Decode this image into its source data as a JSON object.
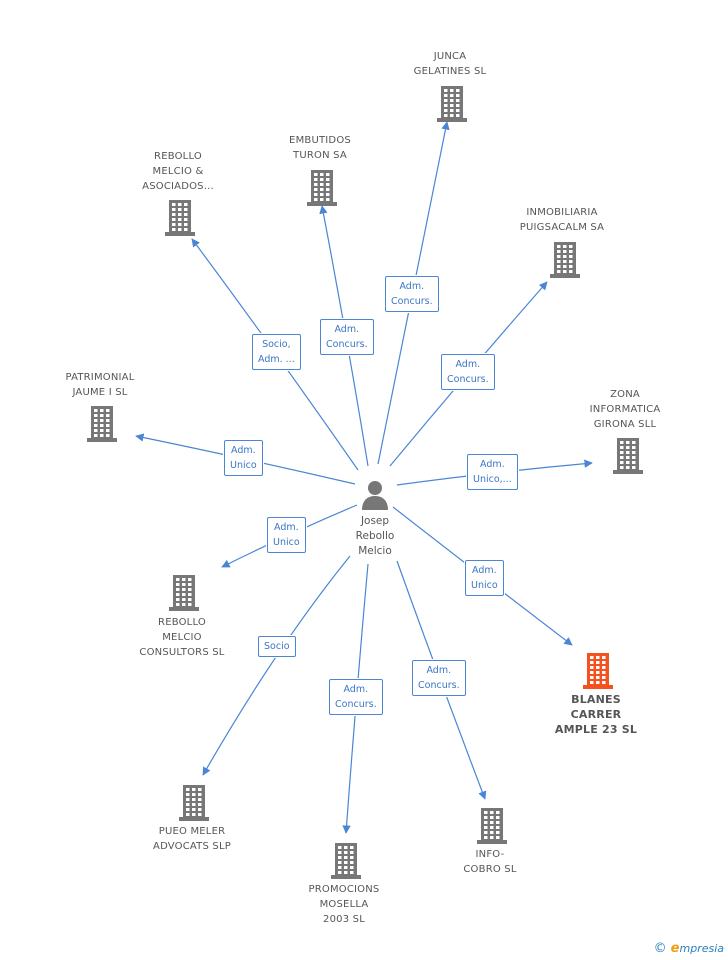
{
  "center": {
    "name_lines": [
      "Josep",
      "Rebollo",
      "Melcio"
    ],
    "icon": "person-icon",
    "color": "#777777"
  },
  "colors": {
    "edge": "#4a86d4",
    "company": "#777777",
    "highlight": "#f4511e",
    "label_text": "#3b76c5"
  },
  "nodes": [
    {
      "id": "junca",
      "lines": [
        "JUNCA",
        "GELATINES SL"
      ],
      "icon": "building-icon",
      "highlight": false,
      "edge": {
        "label": [
          "Adm.",
          "Concurs."
        ]
      }
    },
    {
      "id": "embutidos",
      "lines": [
        "EMBUTIDOS",
        "TURON SA"
      ],
      "icon": "building-icon",
      "highlight": false,
      "edge": {
        "label": [
          "Adm.",
          "Concurs."
        ]
      }
    },
    {
      "id": "rebollo-asoc",
      "lines": [
        "REBOLLO",
        "MELCIO &",
        "ASOCIADOS..."
      ],
      "icon": "building-icon",
      "highlight": false,
      "edge": {
        "label": [
          "Socio,",
          "Adm. ..."
        ]
      }
    },
    {
      "id": "inmobiliaria",
      "lines": [
        "INMOBILIARIA",
        "PUIGSACALM SA"
      ],
      "icon": "building-icon",
      "highlight": false,
      "edge": {
        "label": [
          "Adm.",
          "Concurs."
        ]
      }
    },
    {
      "id": "patrimonial",
      "lines": [
        "PATRIMONIAL",
        "JAUME I SL"
      ],
      "icon": "building-icon",
      "highlight": false,
      "edge": {
        "label": [
          "Adm.",
          "Unico"
        ]
      }
    },
    {
      "id": "zona",
      "lines": [
        "ZONA",
        "INFORMATICA",
        "GIRONA SLL"
      ],
      "icon": "building-icon",
      "highlight": false,
      "edge": {
        "label": [
          "Adm.",
          "Unico,..."
        ]
      }
    },
    {
      "id": "rebollo-cons",
      "lines": [
        "REBOLLO",
        "MELCIO",
        "CONSULTORS SL"
      ],
      "icon": "building-icon",
      "highlight": false,
      "edge": {
        "label": [
          "Adm.",
          "Unico"
        ]
      }
    },
    {
      "id": "blanes",
      "lines": [
        "BLANES",
        "CARRER",
        "AMPLE 23 SL"
      ],
      "icon": "building-icon",
      "highlight": true,
      "edge": {
        "label": [
          "Adm.",
          "Unico"
        ]
      }
    },
    {
      "id": "pueo",
      "lines": [
        "PUEO MELER",
        "ADVOCATS  SLP"
      ],
      "icon": "building-icon",
      "highlight": false,
      "edge": {
        "label": [
          "Socio"
        ]
      }
    },
    {
      "id": "promocions",
      "lines": [
        "PROMOCIONS",
        "MOSELLA",
        "2003 SL"
      ],
      "icon": "building-icon",
      "highlight": false,
      "edge": {
        "label": [
          "Adm.",
          "Concurs."
        ]
      }
    },
    {
      "id": "infocobro",
      "lines": [
        "INFO-",
        "COBRO SL"
      ],
      "icon": "building-icon",
      "highlight": false,
      "edge": {
        "label": [
          "Adm.",
          "Concurs."
        ]
      }
    }
  ],
  "footer": {
    "copyright_symbol": "©",
    "brand_first": "e",
    "brand_rest": "mpresia"
  }
}
